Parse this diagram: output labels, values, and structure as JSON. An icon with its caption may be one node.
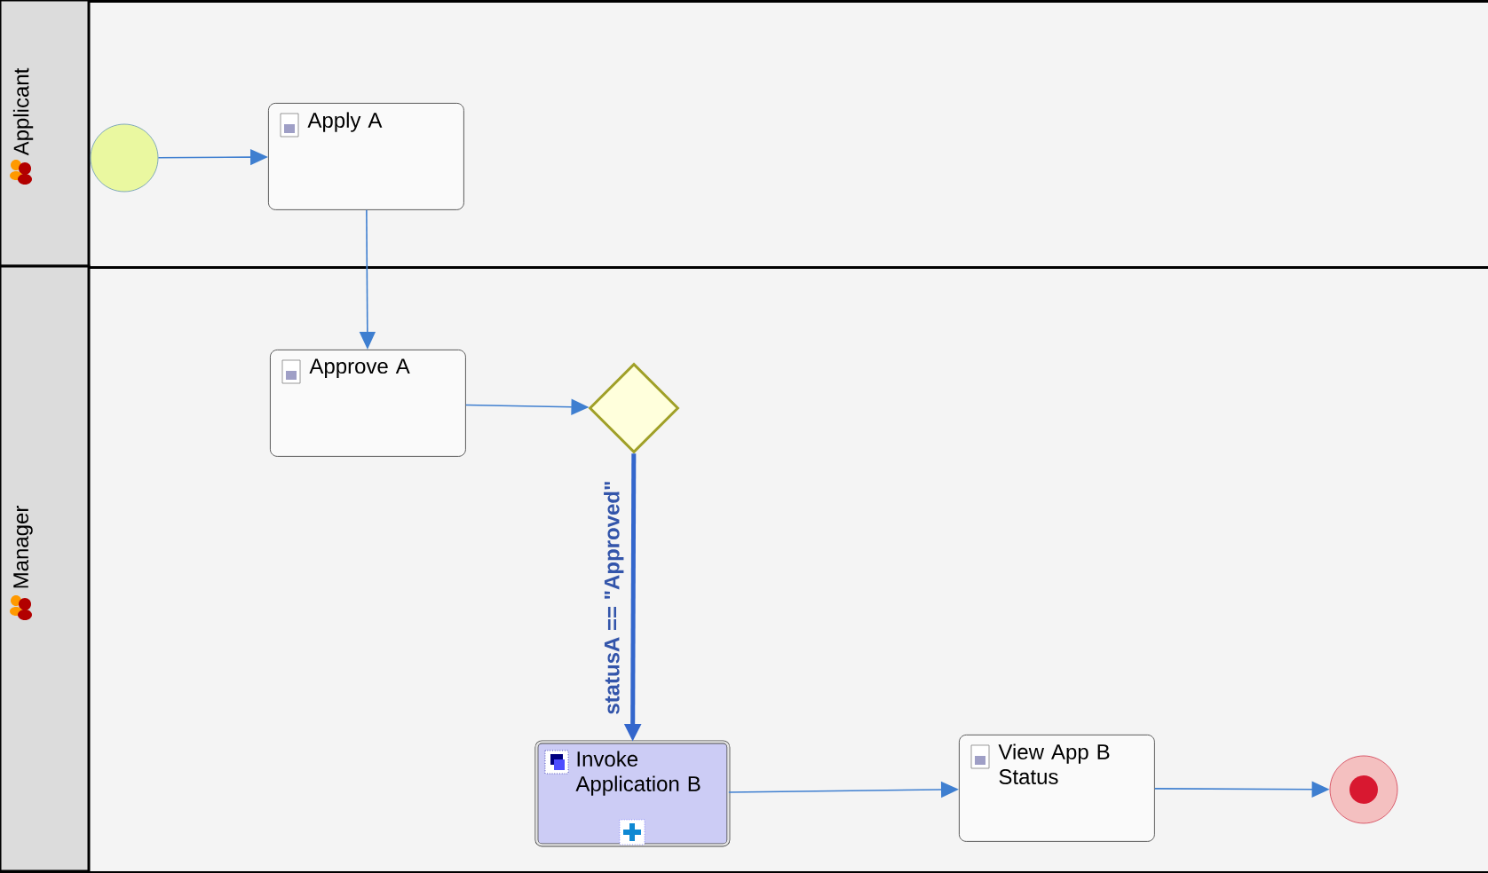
{
  "diagram": {
    "nodes": [
      {
        "text": [
          "Applicant"
        ]
      },
      {
        "text": [],
        "shape": "circle",
        "in": 0
      },
      {
        "text": [
          "Apply A"
        ],
        "in": 0
      },
      {
        "text": [
          "Manager"
        ]
      },
      {
        "text": [
          "Approve A"
        ],
        "in": 3
      },
      {
        "text": [],
        "shape": "diamond",
        "in": 3
      },
      {
        "text": [
          "Invoke Application B"
        ],
        "in": 3
      },
      {
        "text": [
          "View App B Status"
        ],
        "in": 3
      },
      {
        "text": [],
        "shape": "circle",
        "in": 3
      }
    ],
    "edges": [
      {
        "from": 1,
        "to": 2,
        "arrow": "to"
      },
      {
        "from": 2,
        "to": 4,
        "arrow": "to"
      },
      {
        "from": 4,
        "to": 5,
        "arrow": "to"
      },
      {
        "from": 5,
        "to": 6,
        "arrow": "to",
        "label": "statusA == \"Approved\"",
        "style": "thick"
      },
      {
        "from": 6,
        "to": 7,
        "arrow": "to"
      },
      {
        "from": 7,
        "to": 8,
        "arrow": "to"
      }
    ]
  }
}
